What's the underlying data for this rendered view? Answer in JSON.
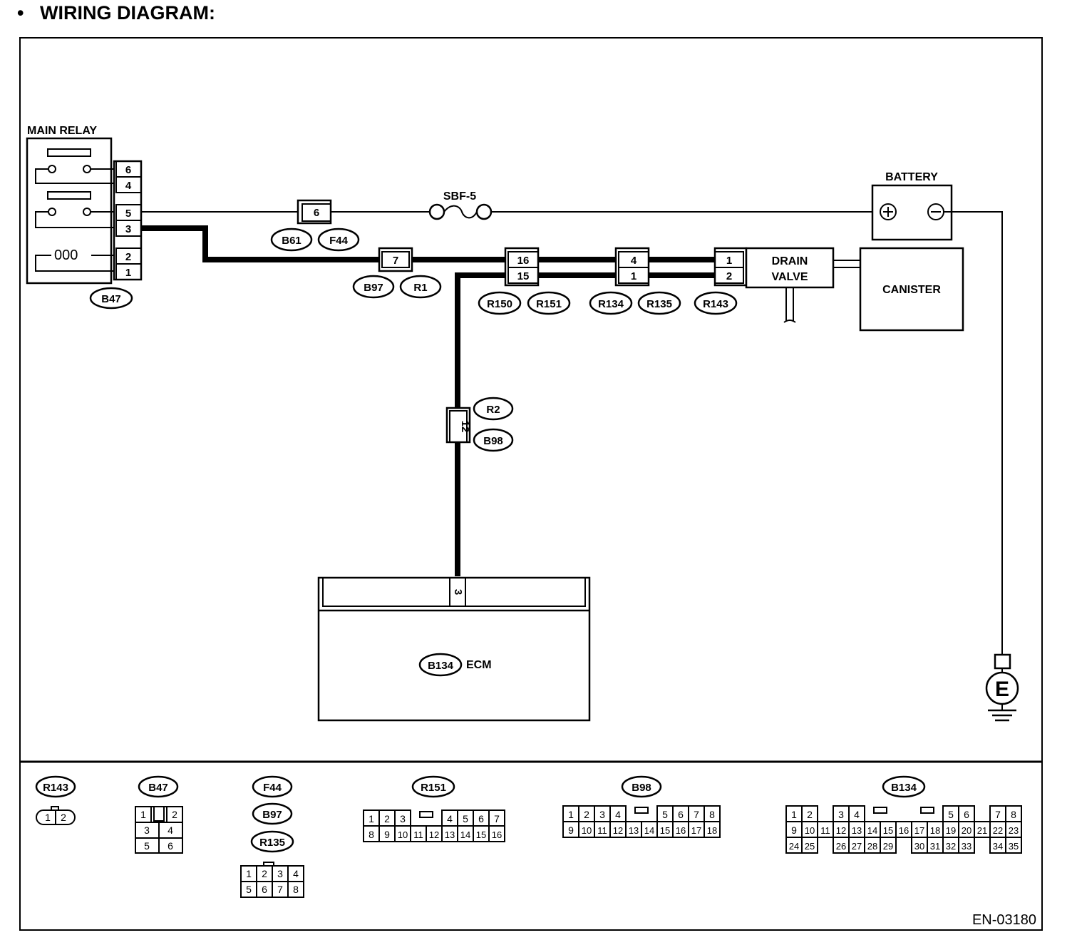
{
  "heading": {
    "bullet": "•",
    "title": "WIRING DIAGRAM:"
  },
  "components": {
    "main_relay": "MAIN RELAY",
    "battery": "BATTERY",
    "fuse": "SBF-5",
    "drain_valve_1": "DRAIN",
    "drain_valve_2": "VALVE",
    "canister": "CANISTER",
    "ecm": "ECM"
  },
  "relay": {
    "pins": [
      "6",
      "4",
      "5",
      "3",
      "2",
      "1"
    ],
    "coil": "000",
    "connector": "B47"
  },
  "wire_pins": {
    "b61_f44": "6",
    "b97_r1": "7",
    "r150_r151": [
      "16",
      "15"
    ],
    "r134_r135": [
      "4",
      "1"
    ],
    "r143": [
      "1",
      "2"
    ],
    "r2_b98": "12",
    "ecm_pin": "3"
  },
  "connectors": {
    "b61": "B61",
    "f44": "F44",
    "b97": "B97",
    "r1": "R1",
    "r150": "R150",
    "r151": "R151",
    "r134": "R134",
    "r135": "R135",
    "r143": "R143",
    "r2": "R2",
    "b98": "B98",
    "b134": "B134"
  },
  "legend": {
    "r143": {
      "name": "R143",
      "pins": [
        "1",
        "2"
      ]
    },
    "b47": {
      "name": "B47",
      "pins": [
        "1",
        "2",
        "3",
        "4",
        "5",
        "6"
      ]
    },
    "f44_b97_r135": {
      "names": [
        "F44",
        "B97",
        "R135"
      ],
      "pins": [
        "1",
        "2",
        "3",
        "4",
        "5",
        "6",
        "7",
        "8"
      ]
    },
    "r151": {
      "name": "R151",
      "row1": [
        "1",
        "2",
        "3",
        "4",
        "5",
        "6",
        "7"
      ],
      "row2": [
        "8",
        "9",
        "10",
        "11",
        "12",
        "13",
        "14",
        "15",
        "16"
      ]
    },
    "b98": {
      "name": "B98",
      "row1": [
        "1",
        "2",
        "3",
        "4",
        "5",
        "6",
        "7",
        "8"
      ],
      "row2": [
        "9",
        "10",
        "11",
        "12",
        "13",
        "14",
        "15",
        "16",
        "17",
        "18"
      ]
    },
    "b134": {
      "name": "B134",
      "row1": [
        "1",
        "2",
        "3",
        "4",
        "5",
        "6",
        "7",
        "8"
      ],
      "row2": [
        "9",
        "10",
        "11",
        "12",
        "13",
        "14",
        "15",
        "16",
        "17",
        "18",
        "19",
        "20",
        "21",
        "22",
        "23"
      ],
      "row3": [
        "24",
        "25",
        "26",
        "27",
        "28",
        "29",
        "30",
        "31",
        "32",
        "33",
        "34",
        "35"
      ]
    }
  },
  "ground_symbol": "E",
  "figure_code": "EN-03180"
}
